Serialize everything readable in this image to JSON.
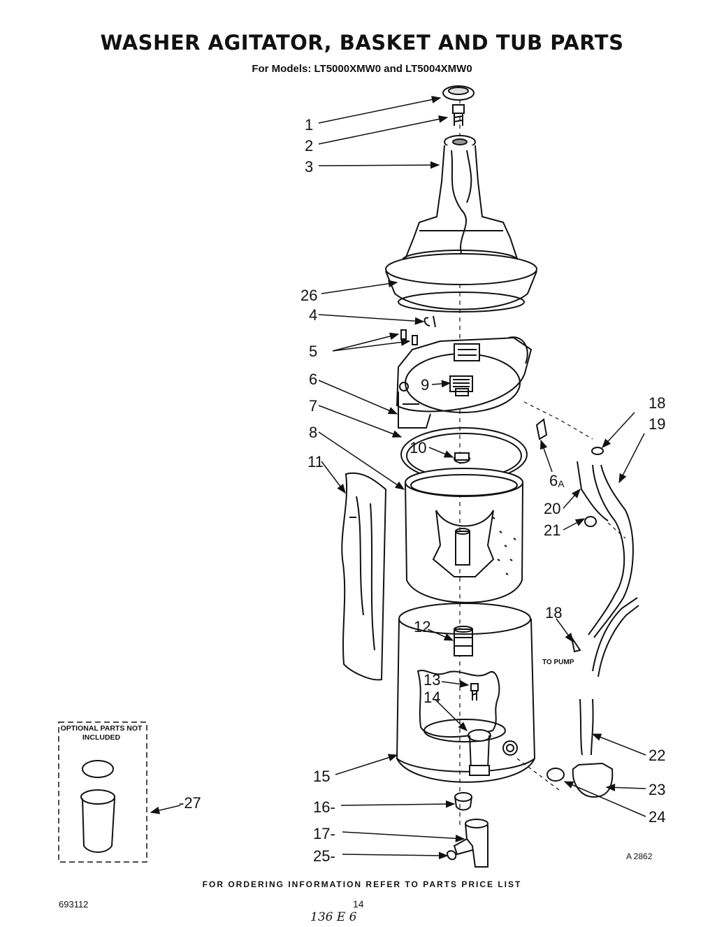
{
  "header": {
    "title": "WASHER AGITATOR, BASKET AND TUB  PARTS",
    "subtitle": "For Models: LT5000XMW0 and LT5004XMW0"
  },
  "callouts": {
    "c1": "1",
    "c2": "2",
    "c3": "3",
    "c26": "26",
    "c4": "4",
    "c5": "5",
    "c6": "6",
    "c7": "7",
    "c8": "8",
    "c9": "9",
    "c10": "10",
    "c11": "11",
    "c18a": "18",
    "c19": "19",
    "c6a_num": "6",
    "c6a_sub": "A",
    "c20": "20",
    "c21": "21",
    "c18b": "18",
    "c12": "12",
    "c13": "13",
    "c14": "14",
    "c15": "15",
    "c16": "16-",
    "c17": "17-",
    "c25": "25-",
    "c22": "22",
    "c23": "23",
    "c24": "24",
    "c27": "-27"
  },
  "labels": {
    "to_pump": "TO PUMP",
    "optional_parts": "OPTIONAL PARTS NOT INCLUDED",
    "figure_id": "A 2862"
  },
  "footer": {
    "ordering_info": "FOR ORDERING INFORMATION REFER TO PARTS PRICE LIST",
    "doc_number": "693112",
    "page_number": "14",
    "handwritten_note": "136 E 6"
  }
}
